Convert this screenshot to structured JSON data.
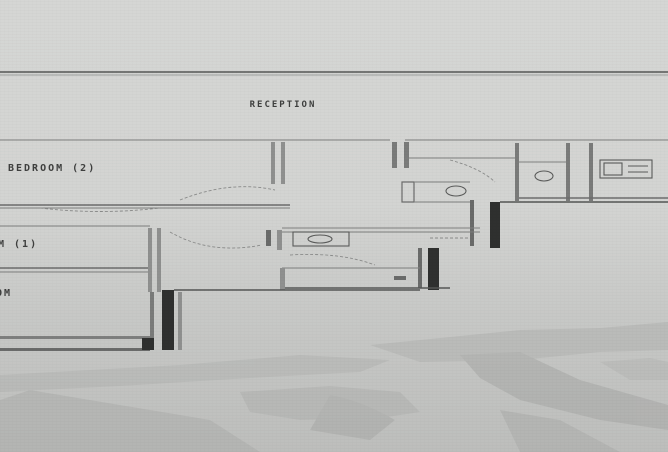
{
  "floor_plan": {
    "rooms": {
      "reception": "RECEPTION",
      "bedroom_2": "BEDROOM (2)",
      "bedroom_1_partial": "M (1)",
      "partial_room": "OM"
    }
  }
}
